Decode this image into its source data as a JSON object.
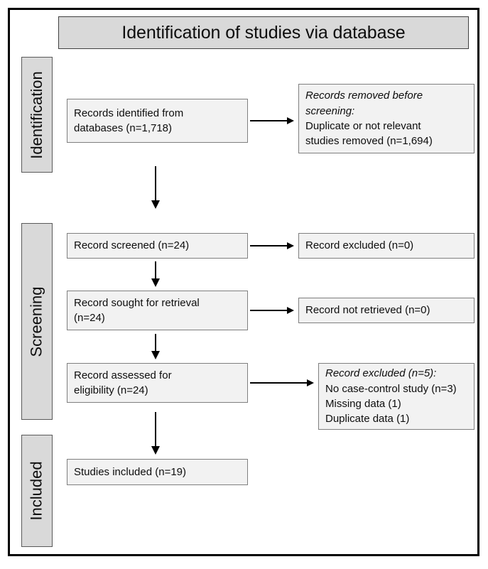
{
  "diagram": {
    "title": "Identification of studies via database",
    "stages": [
      {
        "id": "identification",
        "label": "Identification"
      },
      {
        "id": "screening",
        "label": "Screening"
      },
      {
        "id": "included",
        "label": "Included"
      }
    ],
    "nodes": {
      "identified": {
        "lines": [
          {
            "text": "Records identified from",
            "italic": false
          },
          {
            "text": "databases (n=1,718)",
            "italic": false
          }
        ]
      },
      "removed": {
        "lines": [
          {
            "text": "Records removed before",
            "italic": true
          },
          {
            "text": "screening:",
            "italic": true
          },
          {
            "text": "Duplicate or not relevant",
            "italic": false
          },
          {
            "text": "studies removed (n=1,694)",
            "italic": false
          }
        ]
      },
      "screened": {
        "lines": [
          {
            "text": "Record screened (n=24)",
            "italic": false
          }
        ]
      },
      "excluded_zero": {
        "lines": [
          {
            "text": "Record excluded (n=0)",
            "italic": false
          }
        ]
      },
      "sought": {
        "lines": [
          {
            "text": "Record sought for retrieval",
            "italic": false
          },
          {
            "text": "(n=24)",
            "italic": false
          }
        ]
      },
      "not_retrieved": {
        "lines": [
          {
            "text": "Record not retrieved  (n=0)",
            "italic": false
          }
        ]
      },
      "assessed": {
        "lines": [
          {
            "text": "Record assessed for",
            "italic": false
          },
          {
            "text": "eligibility (n=24)",
            "italic": false
          }
        ]
      },
      "excluded_five": {
        "lines": [
          {
            "text": "Record excluded (n=5):",
            "italic": true
          },
          {
            "text": "No case-control study (n=3)",
            "italic": false
          },
          {
            "text": "Missing data (1)",
            "italic": false
          },
          {
            "text": "Duplicate data (1)",
            "italic": false
          }
        ]
      },
      "included": {
        "lines": [
          {
            "text": "Studies included (n=19)",
            "italic": false
          }
        ]
      }
    },
    "colors": {
      "banner_fill": "#d9d9d9",
      "box_fill": "#f2f2f2",
      "box_border": "#7f7f7f",
      "frame_border": "#000000",
      "text": "#0d0d0d"
    }
  },
  "chart_data": {
    "type": "diagram",
    "title": "Identification of studies via database",
    "flow": [
      {
        "from": "Records identified from databases (n=1,718)",
        "to": "Record screened (n=24)",
        "direction": "down"
      },
      {
        "from": "Records identified from databases (n=1,718)",
        "to": "Records removed before screening: Duplicate or not relevant studies removed (n=1,694)",
        "direction": "right"
      },
      {
        "from": "Record screened (n=24)",
        "to": "Record excluded (n=0)",
        "direction": "right"
      },
      {
        "from": "Record screened (n=24)",
        "to": "Record sought for retrieval (n=24)",
        "direction": "down"
      },
      {
        "from": "Record sought for retrieval (n=24)",
        "to": "Record not retrieved  (n=0)",
        "direction": "right"
      },
      {
        "from": "Record sought for retrieval (n=24)",
        "to": "Record assessed for eligibility (n=24)",
        "direction": "down"
      },
      {
        "from": "Record assessed for eligibility (n=24)",
        "to": "Record excluded (n=5)",
        "direction": "right"
      },
      {
        "from": "Record assessed for eligibility (n=24)",
        "to": "Studies included (n=19)",
        "direction": "down"
      }
    ],
    "counts": {
      "records_identified": 1718,
      "records_removed_before_screening": 1694,
      "records_screened": 24,
      "records_excluded_screening": 0,
      "records_sought_retrieval": 24,
      "records_not_retrieved": 0,
      "records_assessed_eligibility": 24,
      "records_excluded_eligibility": 5,
      "excluded_no_case_control_study": 3,
      "excluded_missing_data": 1,
      "excluded_duplicate_data": 1,
      "studies_included": 19
    }
  }
}
